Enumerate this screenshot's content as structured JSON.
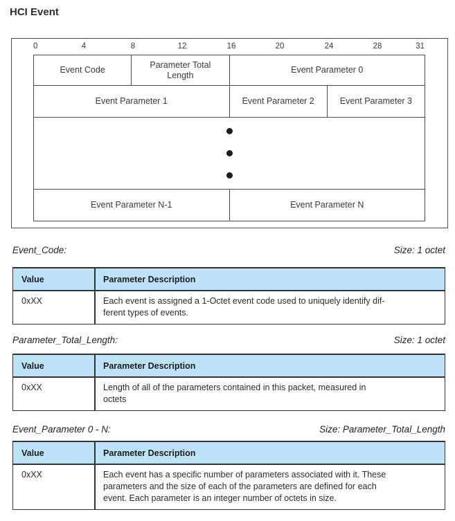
{
  "title": "HCI Event",
  "diagram": {
    "bit_labels": [
      "0",
      "4",
      "8",
      "12",
      "16",
      "20",
      "24",
      "28",
      "31"
    ],
    "rows": [
      {
        "cells": [
          {
            "label": "Event Code"
          },
          {
            "label": "Parameter Total Length"
          },
          {
            "label": "Event Parameter 0"
          }
        ]
      },
      {
        "cells": [
          {
            "label": "Event Parameter 1"
          },
          {
            "label": "Event Parameter 2"
          },
          {
            "label": "Event Parameter 3"
          }
        ]
      },
      {
        "ellipsis": true
      },
      {
        "cells": [
          {
            "label": "Event Parameter N-1"
          },
          {
            "label": "Event Parameter N"
          }
        ]
      }
    ]
  },
  "sections": [
    {
      "name": "Event_Code:",
      "size": "Size: 1 octet",
      "table": {
        "headers": [
          "Value",
          "Parameter Description"
        ],
        "rows": [
          {
            "value": "0xXX",
            "desc_lines": [
              "Each event is assigned a 1-Octet event code used to uniquely identify dif-",
              "ferent types of events."
            ]
          }
        ]
      }
    },
    {
      "name": "Parameter_Total_Length:",
      "size": "Size: 1 octet",
      "table": {
        "headers": [
          "Value",
          "Parameter Description"
        ],
        "rows": [
          {
            "value": "0xXX",
            "desc_lines": [
              "Length of all of the parameters contained in this packet, measured in",
              "octets"
            ]
          }
        ]
      }
    },
    {
      "name": "Event_Parameter 0 - N:",
      "size": "Size: Parameter_Total_Length",
      "table": {
        "headers": [
          "Value",
          "Parameter Description"
        ],
        "rows": [
          {
            "value": "0xXX",
            "desc_lines": [
              "Each event has a specific number of parameters associated with it. These",
              "parameters and the size of each of the parameters are defined for each",
              "event. Each parameter is an integer number of octets in size."
            ]
          }
        ]
      }
    }
  ],
  "colors": {
    "table_header_bg": "#BDE3F8",
    "table_border": "#333333",
    "diagram_border": "#4A4A4A",
    "text": "#333333"
  }
}
